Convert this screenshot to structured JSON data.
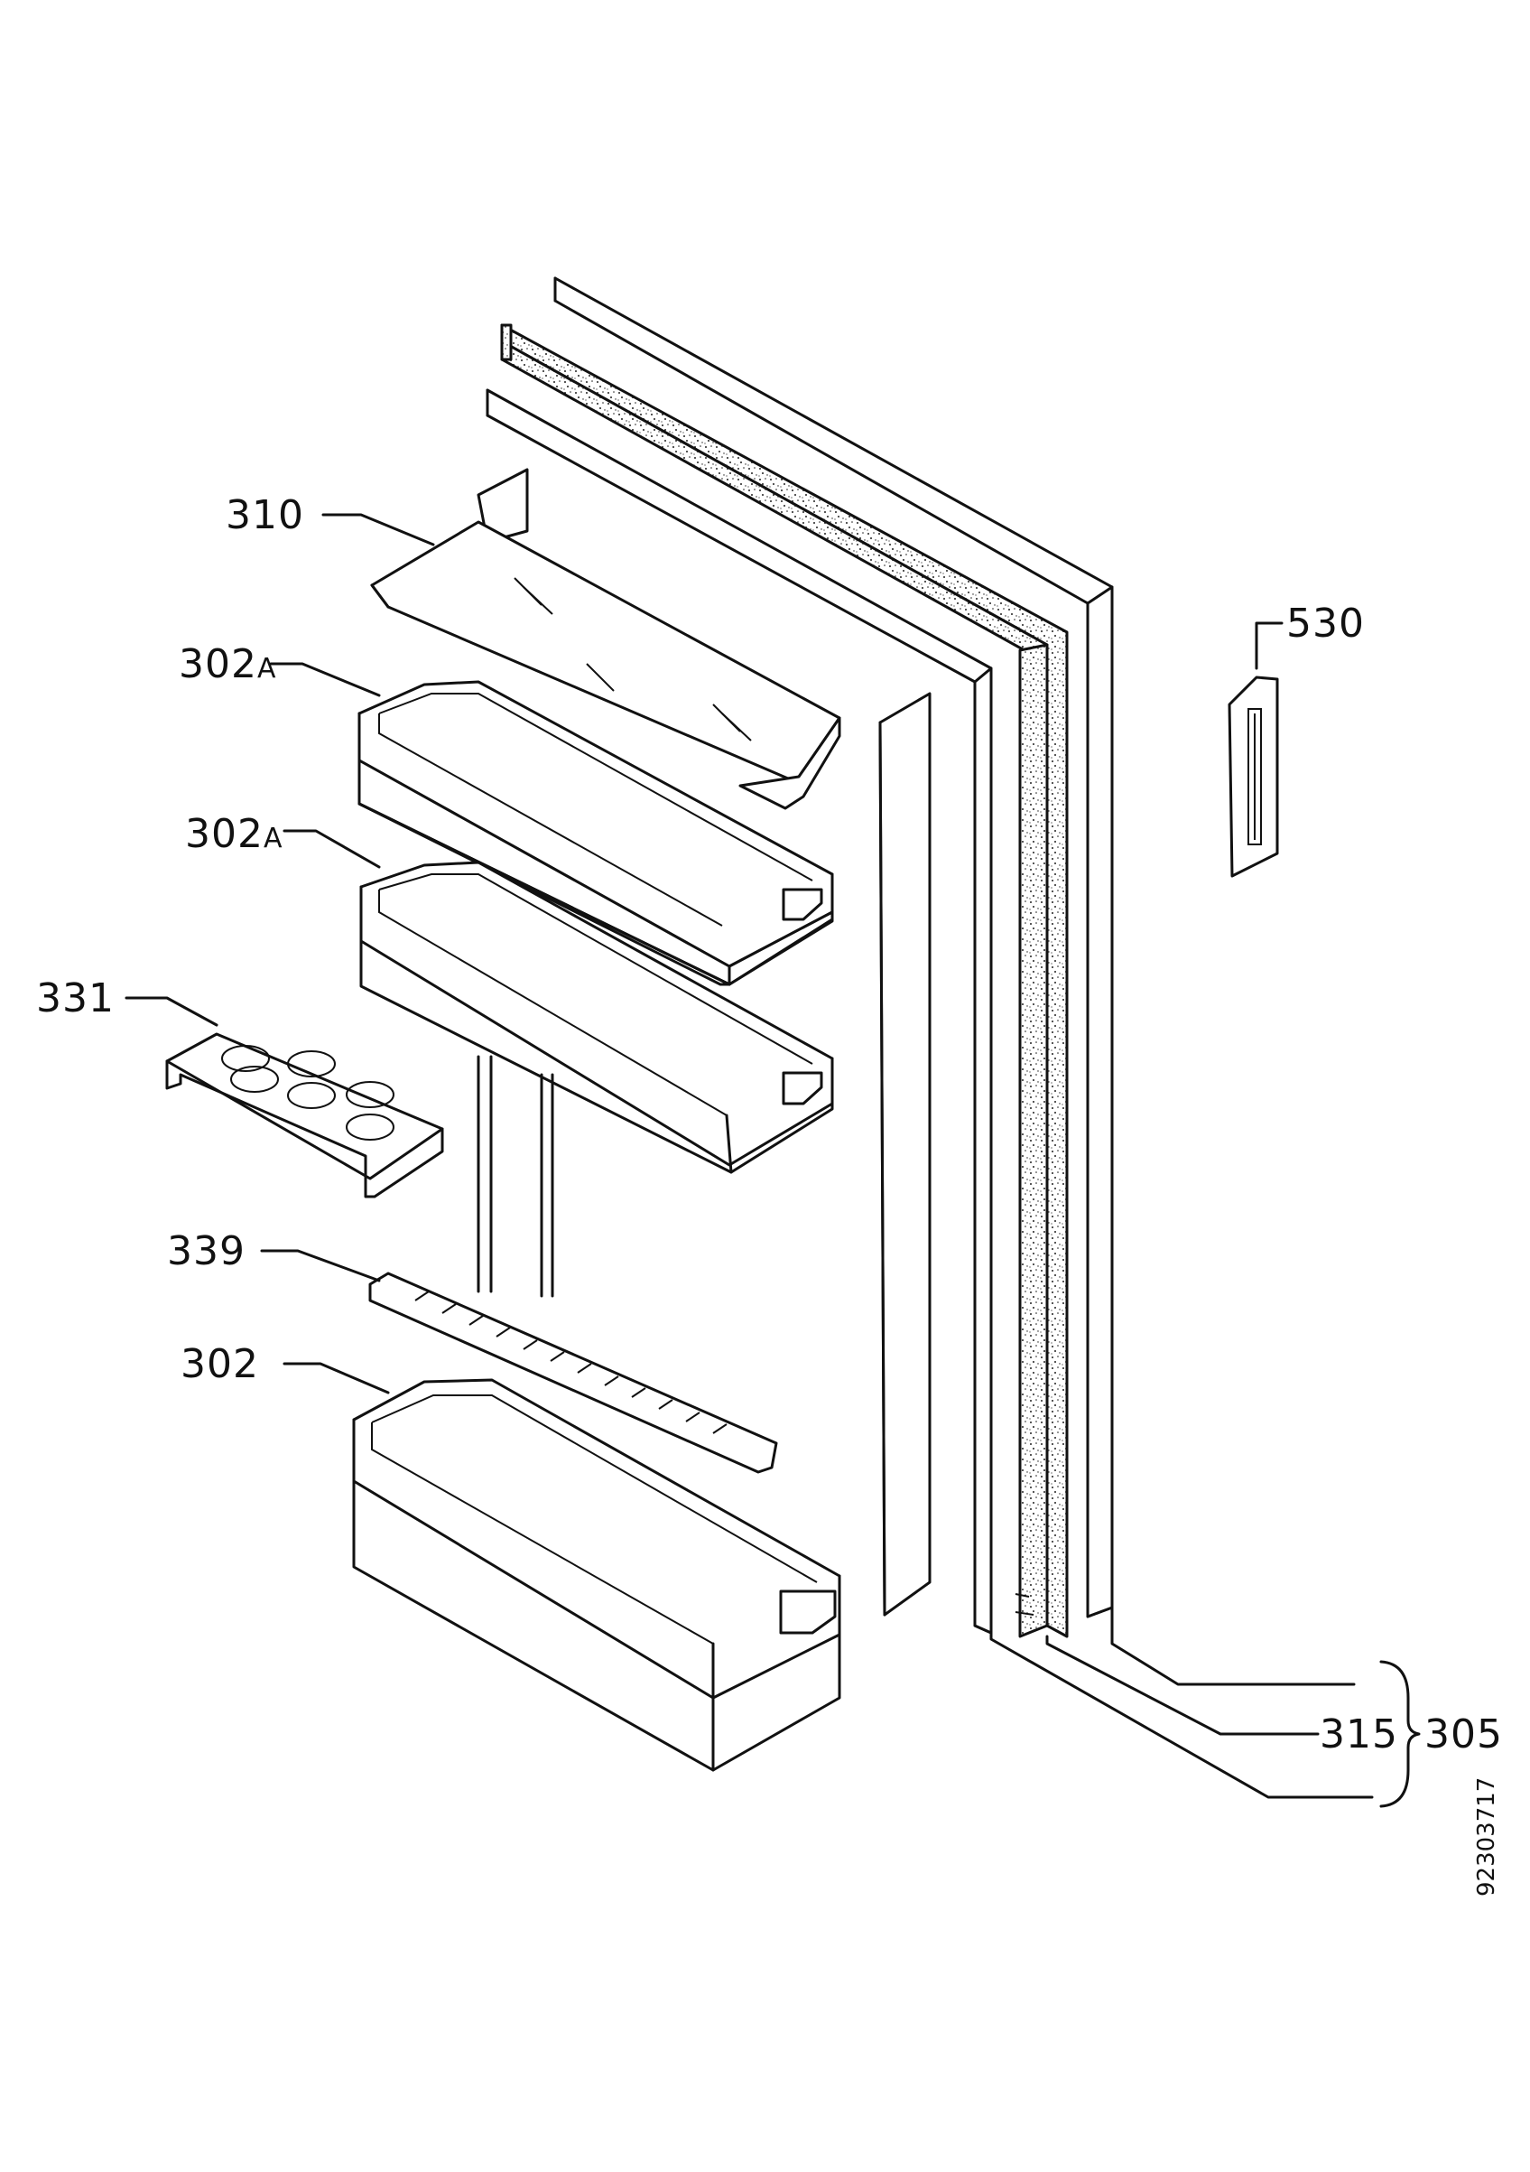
{
  "labels": {
    "shelf_cover": "310",
    "upper_door_shelf": "302",
    "upper_door_shelf_suffix": "A",
    "middle_door_shelf": "302",
    "middle_door_shelf_suffix": "A",
    "egg_tray": "331",
    "bottle_retainer": "339",
    "bottom_door_shelf": "302",
    "handle": "530",
    "door_panel": "315",
    "door_assembly": "305"
  },
  "drawing_number": "92303717",
  "icons": [
    "door-assembly-icon",
    "gasket-icon",
    "door-shelf-icon",
    "egg-tray-icon",
    "bottle-retainer-icon",
    "handle-icon"
  ]
}
